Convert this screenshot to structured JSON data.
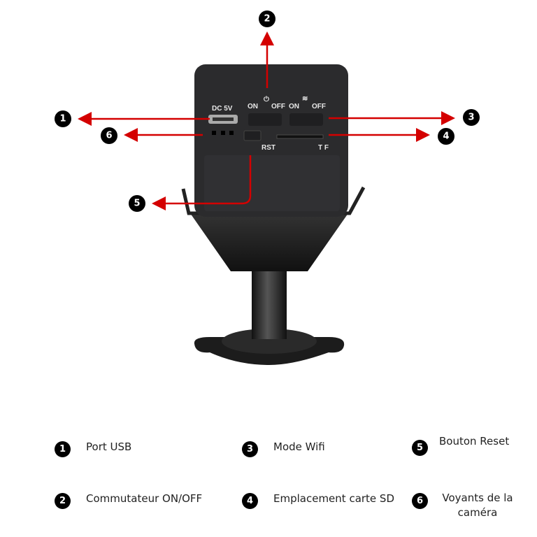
{
  "device_labels": {
    "dc": "DC 5V",
    "power_on": "ON",
    "power_off": "OFF",
    "wifi_on": "ON",
    "wifi_off": "OFF",
    "rst": "RST",
    "tf": "T F"
  },
  "callouts": [
    "1",
    "2",
    "3",
    "4",
    "5",
    "6"
  ],
  "legend": [
    {
      "num": "1",
      "text": "Port USB"
    },
    {
      "num": "2",
      "text": "Commutateur ON/OFF"
    },
    {
      "num": "3",
      "text": "Mode Wifi"
    },
    {
      "num": "4",
      "text": "Emplacement carte SD"
    },
    {
      "num": "5",
      "text": "Bouton Reset"
    },
    {
      "num": "6",
      "text": "Voyants de la caméra"
    }
  ],
  "colors": {
    "arrow": "#d40000",
    "badge": "#000000",
    "body": "#2b2b2d"
  }
}
